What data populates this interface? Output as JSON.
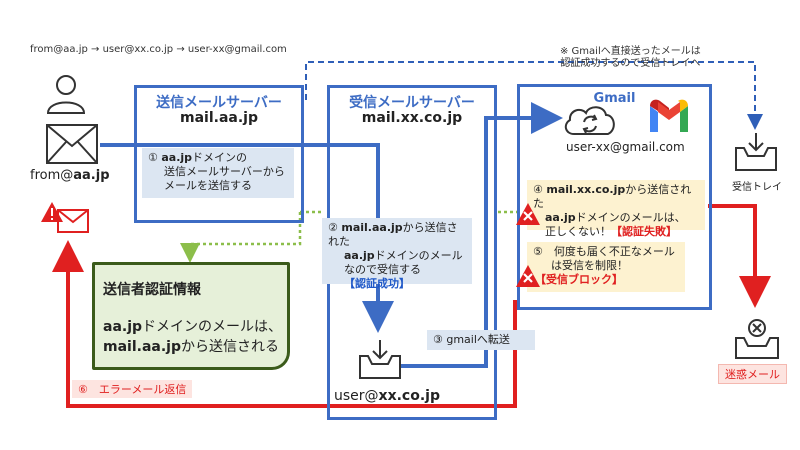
{
  "path_label": "from@aa.jp → user@xx.co.jp → user-xx@gmail.com",
  "sender_label_prefix": "from@",
  "sender_label_domain": "aa.jp",
  "gmail_direct_note": {
    "line1": "※ Gmailへ直接送ったメールは",
    "line2": "認証成功するので受信トレイへ"
  },
  "send_server": {
    "title": "送信メールサーバー",
    "host": "mail.aa.jp"
  },
  "recv_server": {
    "title": "受信メールサーバー",
    "host": "mail.xx.co.jp"
  },
  "gmail": {
    "title": "Gmail",
    "account": "user-xx@gmail.com"
  },
  "step1": {
    "num": "①",
    "domain": "aa.jp",
    "line1_rest": "ドメインの",
    "line2": "送信メールサーバーから",
    "line3": "メールを送信する"
  },
  "step2": {
    "num": "②",
    "host": "mail.aa.jp",
    "line1_rest": "から送信された",
    "domain": "aa.jp",
    "line2_rest": "ドメインのメール",
    "line3": "なので受信する",
    "result": "【認証成功】"
  },
  "step3": {
    "text": "③ gmailへ転送"
  },
  "step4": {
    "num": "④",
    "host": "mail.xx.co.jp",
    "line1_rest": "から送信された",
    "domain": "aa.jp",
    "line2_rest": "ドメインのメールは、",
    "line3": "正しくない！",
    "result": "【認証失敗】"
  },
  "step5": {
    "num": "⑤",
    "line1": "何度も届く不正なメール",
    "line2": "は受信を制限！",
    "result": "【受信ブロック】"
  },
  "step6": {
    "text": "⑥　エラーメール返信"
  },
  "auth_info": {
    "title": "送信者認証情報",
    "domain": "aa.jp",
    "line1_rest": "ドメインのメールは、",
    "host": "mail.aa.jp",
    "line2_rest": "から送信される"
  },
  "inbox_label": "受信トレイ",
  "spam_label": "迷惑メール",
  "recipient_prefix": "user@",
  "recipient_domain": "xx.co.jp",
  "colors": {
    "blue": "#3d6cc4",
    "red": "#e02020",
    "green": "#8cbe4a",
    "dashed_blue": "#2f5fb8"
  }
}
